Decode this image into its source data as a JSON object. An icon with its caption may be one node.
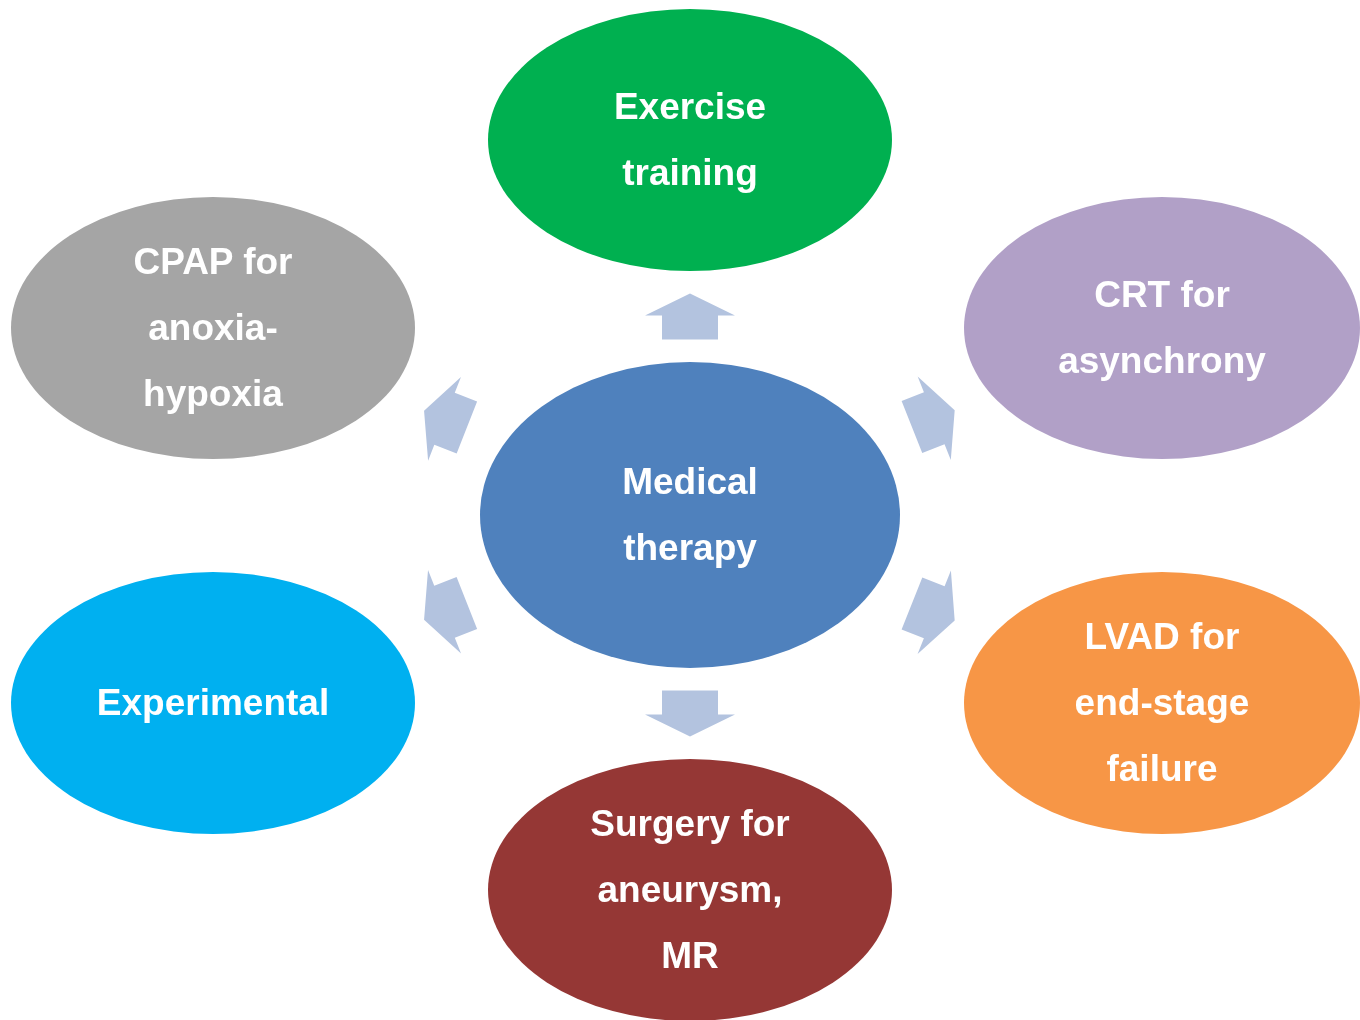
{
  "diagram": {
    "nodes": [
      {
        "text": [
          "Exercise training"
        ]
      },
      {
        "text": [
          "CPAP for anoxia-hypoxia"
        ]
      },
      {
        "text": [
          "CRT for asynchrony"
        ]
      },
      {
        "text": [
          "Medical therapy"
        ]
      },
      {
        "text": [
          "Experimental"
        ]
      },
      {
        "text": [
          "LVAD for end-stage failure"
        ]
      },
      {
        "text": [
          "Surgery for aneurysm, MR"
        ]
      }
    ],
    "edges": [
      {
        "from": 3,
        "to": 0,
        "arrow": "to"
      },
      {
        "from": 3,
        "to": 1,
        "arrow": "to"
      },
      {
        "from": 3,
        "to": 2,
        "arrow": "to"
      },
      {
        "from": 3,
        "to": 4,
        "arrow": "to"
      },
      {
        "from": 3,
        "to": 5,
        "arrow": "to"
      },
      {
        "from": 3,
        "to": 6,
        "arrow": "to"
      }
    ]
  }
}
